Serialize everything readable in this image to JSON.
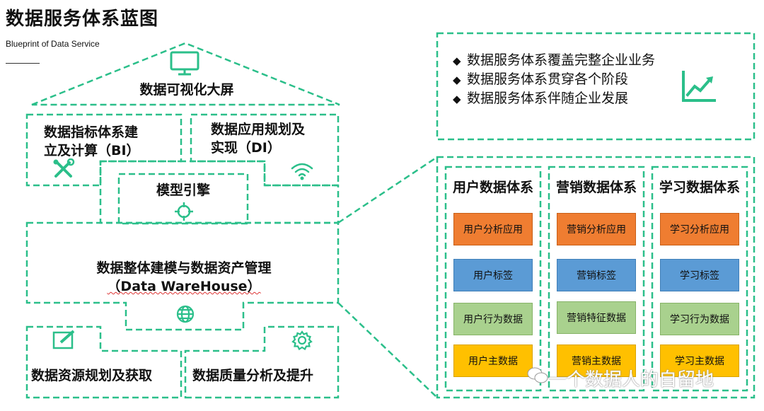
{
  "page": {
    "title": "数据服务体系蓝图",
    "subtitle": "Blueprint of Data Service"
  },
  "colors": {
    "accent": "#2bbf8a",
    "orange": "#ef7d31",
    "blue": "#5b9bd5",
    "green": "#a9d18e",
    "yellow": "#ffc000"
  },
  "house": {
    "roof_label": "数据可视化大屏",
    "roof_icon": "monitor-icon",
    "bi_line1": "数据指标体系建",
    "bi_line2": "立及计算（BI）",
    "bi_icon": "tools-icon",
    "di_line1": "数据应用规划及",
    "di_line2": "实现（DI）",
    "di_icon": "wifi-icon",
    "model_label": "模型引擎",
    "model_icon": "crosshair-icon",
    "dw_line1": "数据整体建模与数据资产管理",
    "dw_line2": "（Data WareHouse）",
    "dw_icon": "globe-icon",
    "source_label": "数据资源规划及获取",
    "source_icon": "edit-icon",
    "quality_label": "数据质量分析及提升",
    "quality_icon": "gear-icon"
  },
  "bullets": [
    "数据服务体系覆盖完整企业业务",
    "数据服务体系贯穿各个阶段",
    "数据服务体系伴随企业发展"
  ],
  "bullet_icon": "trend-chart-icon",
  "columns": [
    {
      "title": "用户数据体系",
      "items": [
        "用户分析应用",
        "用户标签",
        "用户行为数据",
        "用户主数据"
      ]
    },
    {
      "title": "营销数据体系",
      "items": [
        "营销分析应用",
        "营销标签",
        "营销特征数据",
        "营销主数据"
      ]
    },
    {
      "title": "学习数据体系",
      "items": [
        "学习分析应用",
        "学习标签",
        "学习行为数据",
        "学习主数据"
      ]
    }
  ],
  "watermark": "一个数据人的自留地"
}
